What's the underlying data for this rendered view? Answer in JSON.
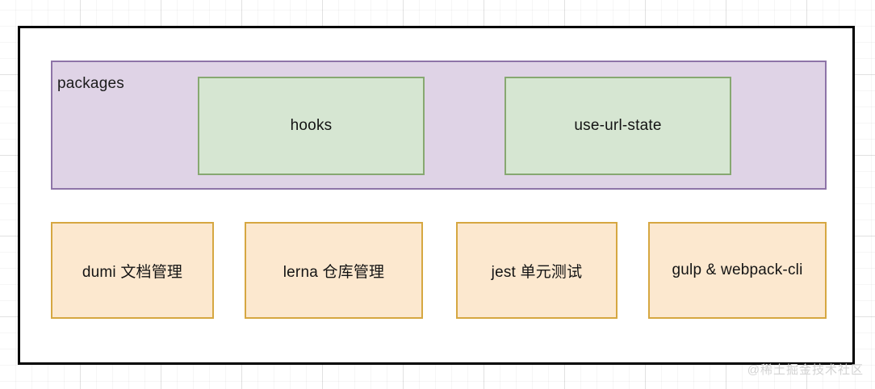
{
  "diagram": {
    "background": "graph-paper",
    "frame_border_color": "#000000",
    "packages_group": {
      "label": "packages",
      "fill": "#dfd3e6",
      "stroke": "#8e74a8",
      "packages": [
        {
          "label": "hooks",
          "fill": "#d6e6d2",
          "stroke": "#87a871"
        },
        {
          "label": "use-url-state",
          "fill": "#d6e6d2",
          "stroke": "#87a871"
        }
      ]
    },
    "tooling": {
      "fill": "#fce8cf",
      "stroke": "#d6a741",
      "items": [
        {
          "label": "dumi 文档管理"
        },
        {
          "label": "lerna 仓库管理"
        },
        {
          "label": "jest 单元测试"
        },
        {
          "label": "gulp & webpack-cli"
        }
      ]
    },
    "watermark": "@稀土掘金技术社区"
  }
}
